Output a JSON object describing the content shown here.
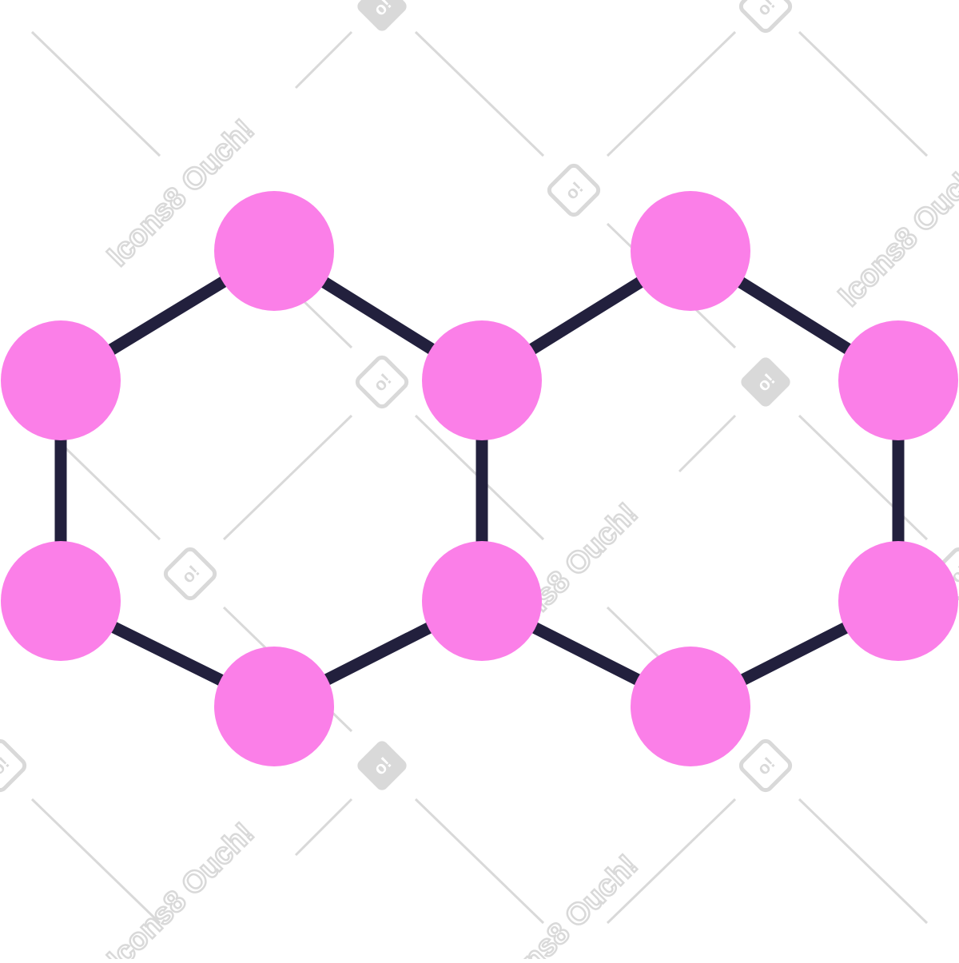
{
  "illustration": {
    "subject": "molecule-two-hexagons",
    "colors": {
      "background": "#ffffff",
      "bond": "#22203d",
      "atom": "#fb7fe8",
      "watermark": "#d9d9d9"
    },
    "node_count": 10,
    "bond_count": 11
  },
  "watermark": {
    "text": "Icons8 Ouch!",
    "badge_glyph": "o!",
    "icon": "icons8-ouch-logo"
  }
}
